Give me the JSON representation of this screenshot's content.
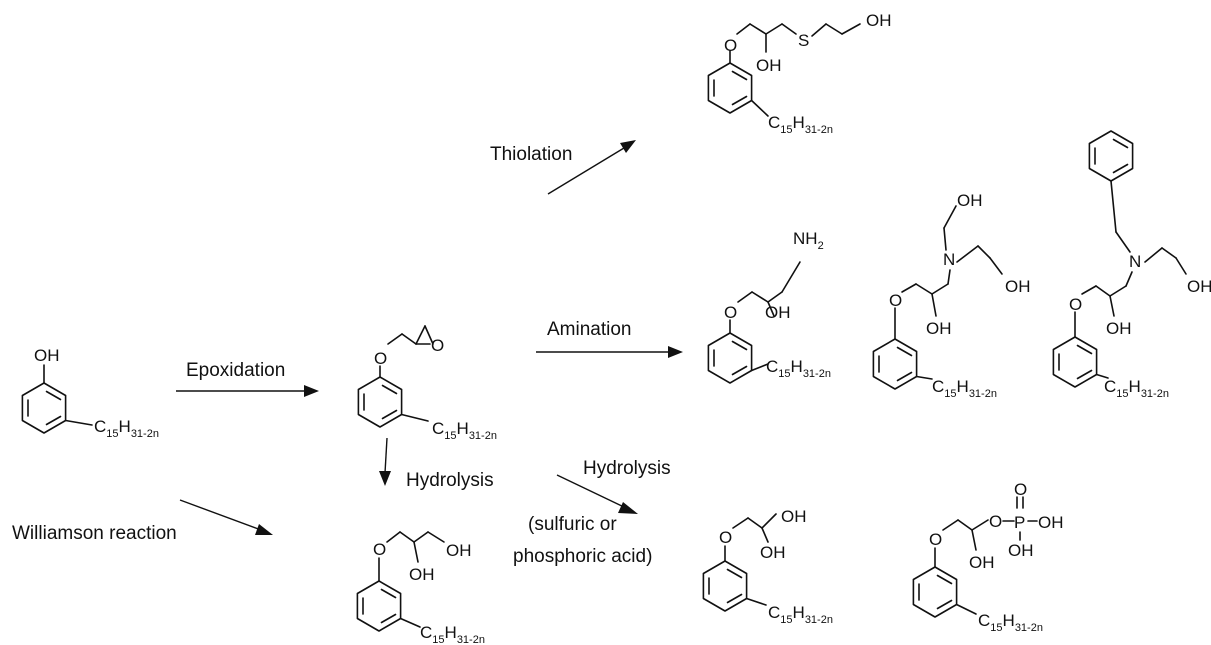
{
  "reactions": {
    "thiolation": "Thiolation",
    "amination": "Amination",
    "epoxidation": "Epoxidation",
    "hydrolysis_down": "Hydrolysis",
    "hydrolysis_diag": "Hydrolysis",
    "acid_line1": "(sulfuric or",
    "acid_line2": "phosphoric acid)",
    "williamson": "Williamson reaction"
  },
  "atoms": {
    "oh": "OH",
    "o": "O",
    "s": "S",
    "n": "N",
    "p": "P",
    "nh": "NH",
    "nh_sub": "2",
    "oh_cut": "OH"
  },
  "substituent": {
    "c": "C",
    "c_sub": "15",
    "h": "H",
    "h_sub": "31-2n"
  }
}
